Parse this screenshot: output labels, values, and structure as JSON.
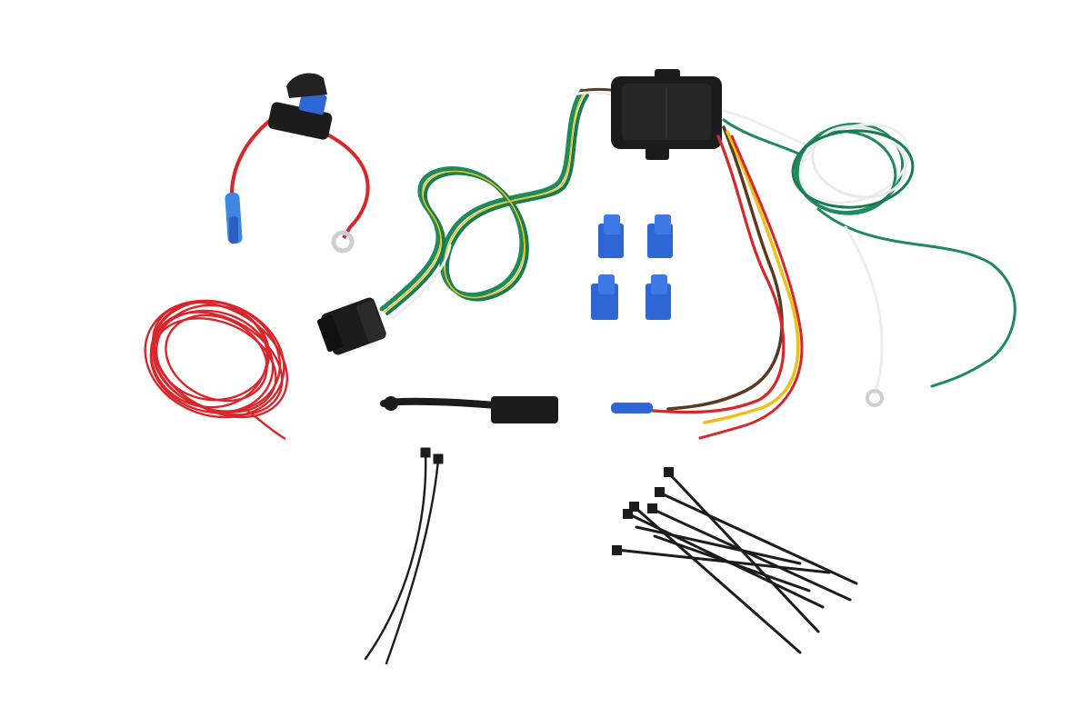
{
  "scene": {
    "background": "#ffffff",
    "subject": "trailer-wiring-kit",
    "items": [
      "inline-fuse-holder",
      "power-wire-coil",
      "4-way-flat-connector",
      "converter-module",
      "wire-harness",
      "tap-connectors",
      "dust-cap",
      "cable-ties"
    ]
  },
  "colors": {
    "green_wire": "#1f8a5b",
    "yellow_wire": "#e8c41a",
    "brown_wire": "#5a3b22",
    "white_wire": "#eeeeee",
    "red_wire": "#d8262a",
    "blue_connector": "#2f66d6",
    "black_plastic": "#1c1c1c"
  },
  "tap_connectors": {
    "count": 4
  },
  "cable_ties": {
    "count": 8
  }
}
